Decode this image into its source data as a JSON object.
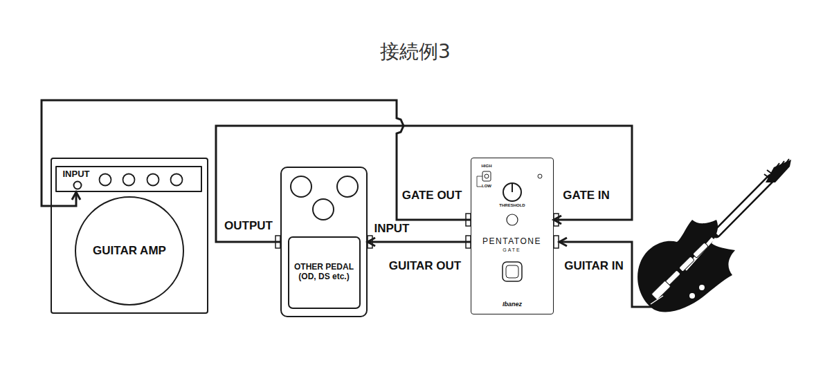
{
  "diagram": {
    "title": "接続例3",
    "nodes": [
      {
        "text": [
          "GUITAR AMP"
        ]
      },
      {
        "text": [
          "INPUT"
        ],
        "in": 0
      },
      {
        "text": [
          "OTHER PEDAL (OD, DS etc.)"
        ]
      },
      {
        "text": [
          "PENTATONE",
          "GATE"
        ]
      }
    ],
    "edges": [
      {
        "from": 3,
        "to": 1,
        "arrow": "to"
      },
      {
        "from": 3,
        "to": 2,
        "arrow": "to"
      },
      {
        "from": 2,
        "to": 3,
        "arrow": "to"
      }
    ],
    "labels": [
      "GATE OUT",
      "GATE IN",
      "OUTPUT",
      "INPUT",
      "GUITAR OUT",
      "GUITAR IN",
      "HIGH",
      "LOW",
      "THRESHOLD",
      "Ibanez"
    ]
  }
}
